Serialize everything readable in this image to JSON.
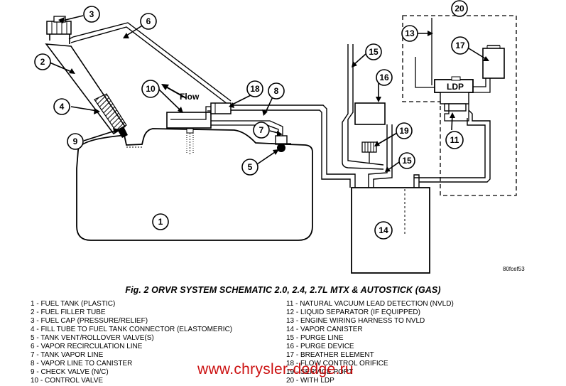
{
  "diagram": {
    "flow_label": "Flow",
    "ldp_label": "LDP",
    "image_code": "80fcef53",
    "callouts": [
      "1",
      "2",
      "3",
      "4",
      "5",
      "6",
      "7",
      "8",
      "9",
      "10",
      "11",
      "13",
      "14",
      "15",
      "15",
      "16",
      "17",
      "18",
      "19",
      "20"
    ]
  },
  "caption": "Fig. 2 ORVR SYSTEM SCHEMATIC 2.0, 2.4, 2.7L MTX & AUTOSTICK (GAS)",
  "legend": {
    "left": [
      "1 - FUEL TANK (PLASTIC)",
      "2 - FUEL FILLER TUBE",
      "3 - FUEL CAP (PRESSURE/RELIEF)",
      "4 - FILL TUBE TO FUEL TANK CONNECTOR (ELASTOMERIC)",
      "5 - TANK VENT/ROLLOVER VALVE(S)",
      "6 - VAPOR RECIRCULATION LINE",
      "7 - TANK VAPOR LINE",
      "8 - VAPOR LINE TO CANISTER",
      "9 - CHECK VALVE (N/C)",
      "10 - CONTROL VALVE"
    ],
    "right": [
      "11 - NATURAL VACUUM LEAD DETECTION (NVLD)",
      "12 - LIQUID SEPARATOR (IF EQUIPPED)",
      "13 - ENGINE WIRING HARNESS TO NVLD",
      "14 - VAPOR CANISTER",
      "15 - PURGE LINE",
      "16 - PURGE DEVICE",
      "17 - BREATHER ELEMENT",
      "18 - FLOW CONTROL ORIFICE",
      "19 - SERVICE PORT",
      "20 - WITH LDP"
    ]
  },
  "watermark": "www.chrysler-dodge.ru"
}
